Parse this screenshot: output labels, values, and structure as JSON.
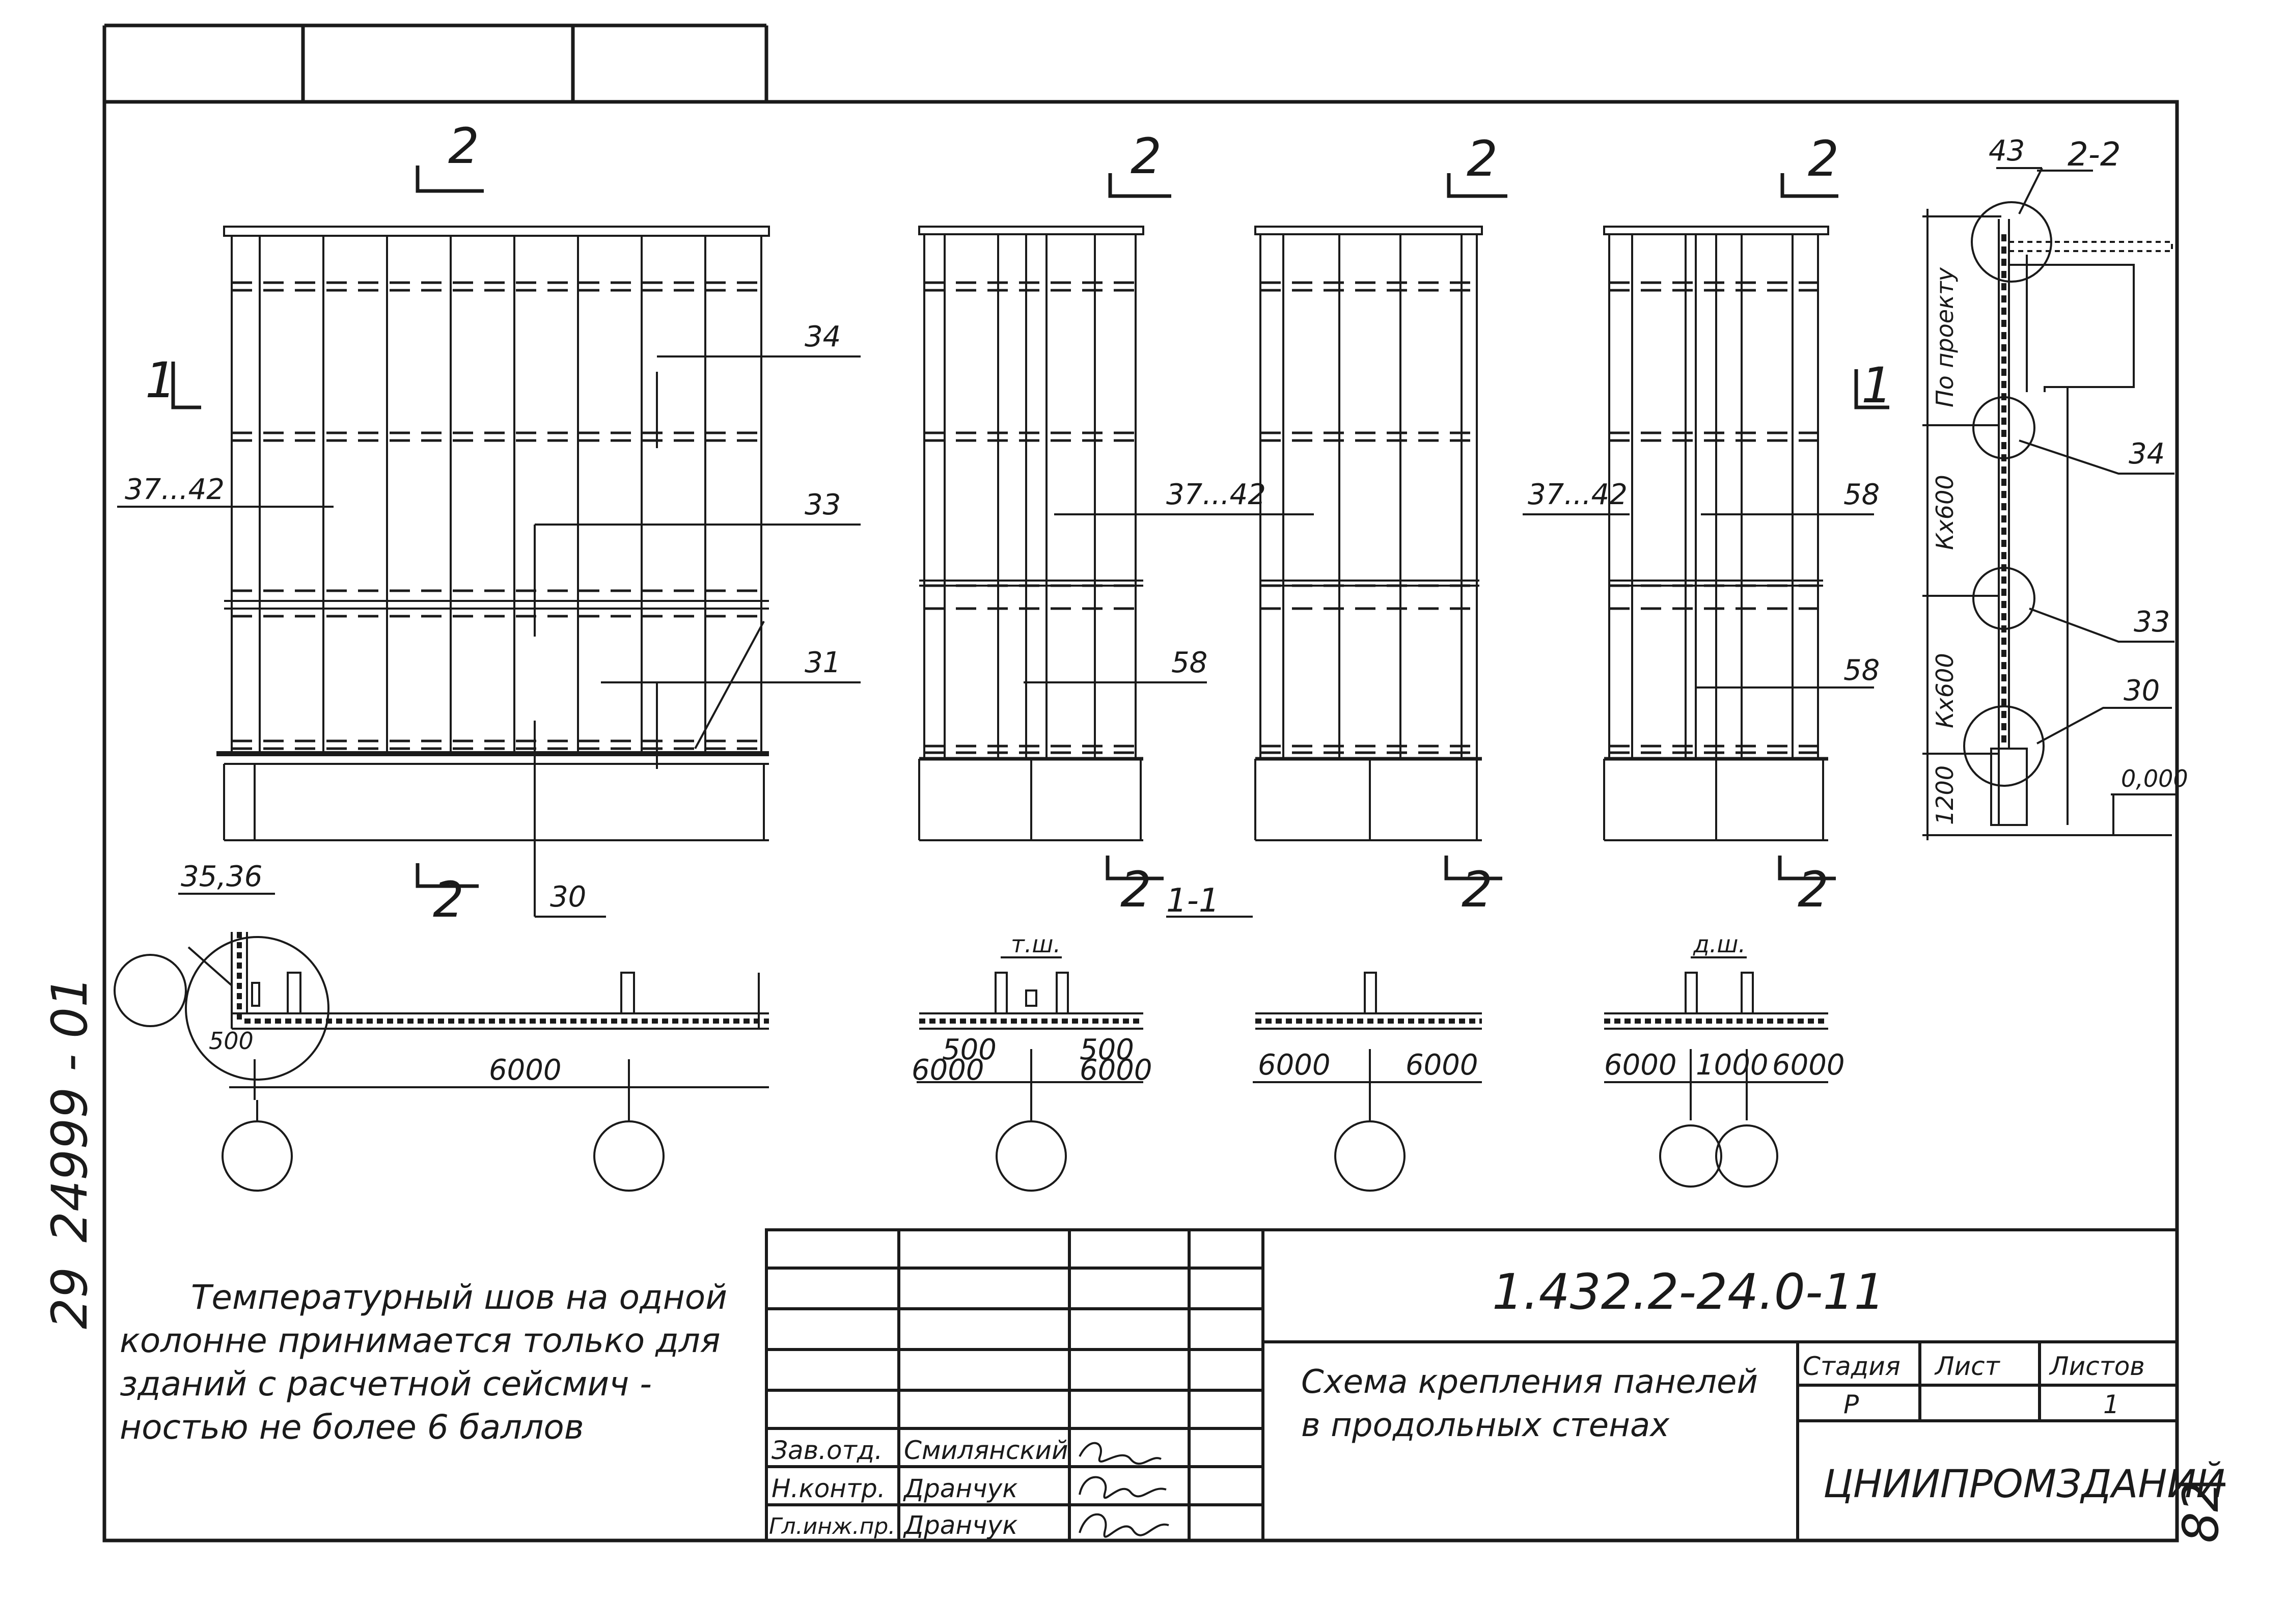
{
  "drawing": {
    "elevation_labels": {
      "l34": "34",
      "l37_42_a": "37...42",
      "l33": "33",
      "l31": "31",
      "l30": "30",
      "l37_42_b": "37...42",
      "l58_a": "58",
      "l37_42_c": "37...42",
      "l58_b": "58",
      "l58_c": "58"
    },
    "section_marks": {
      "s2": "2",
      "s1": "1",
      "section_1_1": "1-1",
      "section_2_2": "2-2"
    },
    "plan_labels": {
      "l35_36": "35,36",
      "d500_a": "500",
      "d6000_a": "6000",
      "tsh": "т.ш.",
      "d500_b": "500",
      "d500_c": "500",
      "d6000_b": "6000",
      "d6000_c": "6000",
      "d6000_d": "6000",
      "d6000_e": "6000",
      "dsh": "д.ш.",
      "d6000_f": "6000",
      "d1000": "1000",
      "d6000_g": "6000"
    },
    "section_2_2": {
      "l43": "43",
      "l34": "34",
      "l33": "33",
      "l30": "30",
      "po_proektu": "По проекту",
      "kx600_a": "Кх600",
      "kx600_b": "Кх600",
      "d1200": "1200",
      "level": "0,000"
    }
  },
  "note": {
    "line1": "Температурный шов на одной",
    "line2": "колонне принимается только для",
    "line3": "зданий с расчетной сейсмич -",
    "line4": "ностью не более 6 баллов"
  },
  "margin": {
    "archive_number": "24999 - 01",
    "archive_sheet": "29",
    "page_number": "82"
  },
  "title_block": {
    "document_code": "1.432.2-24.0-11",
    "title_line1": "Схема крепления панелей",
    "title_line2": "в продольных стенах",
    "stage_header": "Стадия",
    "sheet_header": "Лист",
    "sheets_header": "Листов",
    "stage_value": "Р",
    "sheets_value": "1",
    "organization": "ЦНИИПРОМЗДАНИЙ",
    "roles": [
      {
        "role": "Зав.отд.",
        "name": "Смилянский"
      },
      {
        "role": "Н.контр.",
        "name": "Дранчук"
      },
      {
        "role": "Гл.инж.пр.",
        "name": "Дранчук"
      }
    ]
  }
}
